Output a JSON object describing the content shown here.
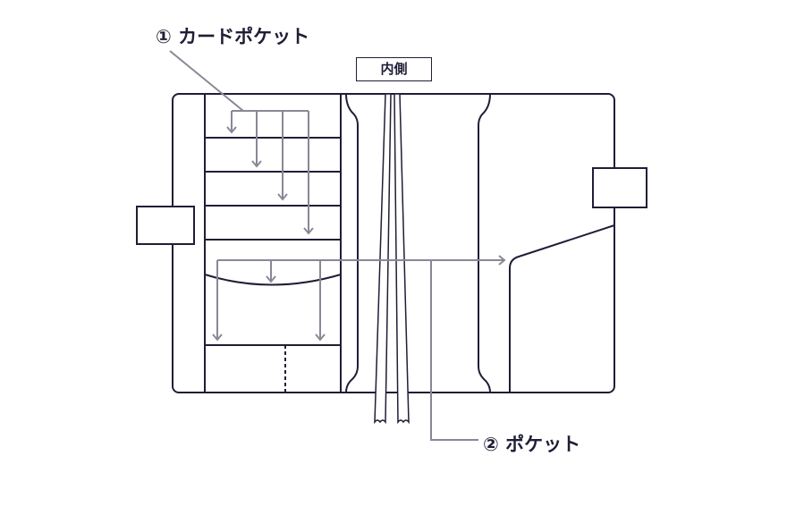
{
  "labels": {
    "card_pocket": "① カードポケット",
    "pocket": "② ポケット",
    "inside": "内側"
  },
  "colors": {
    "line": "#1f1e36",
    "arrow": "#8a8797"
  }
}
